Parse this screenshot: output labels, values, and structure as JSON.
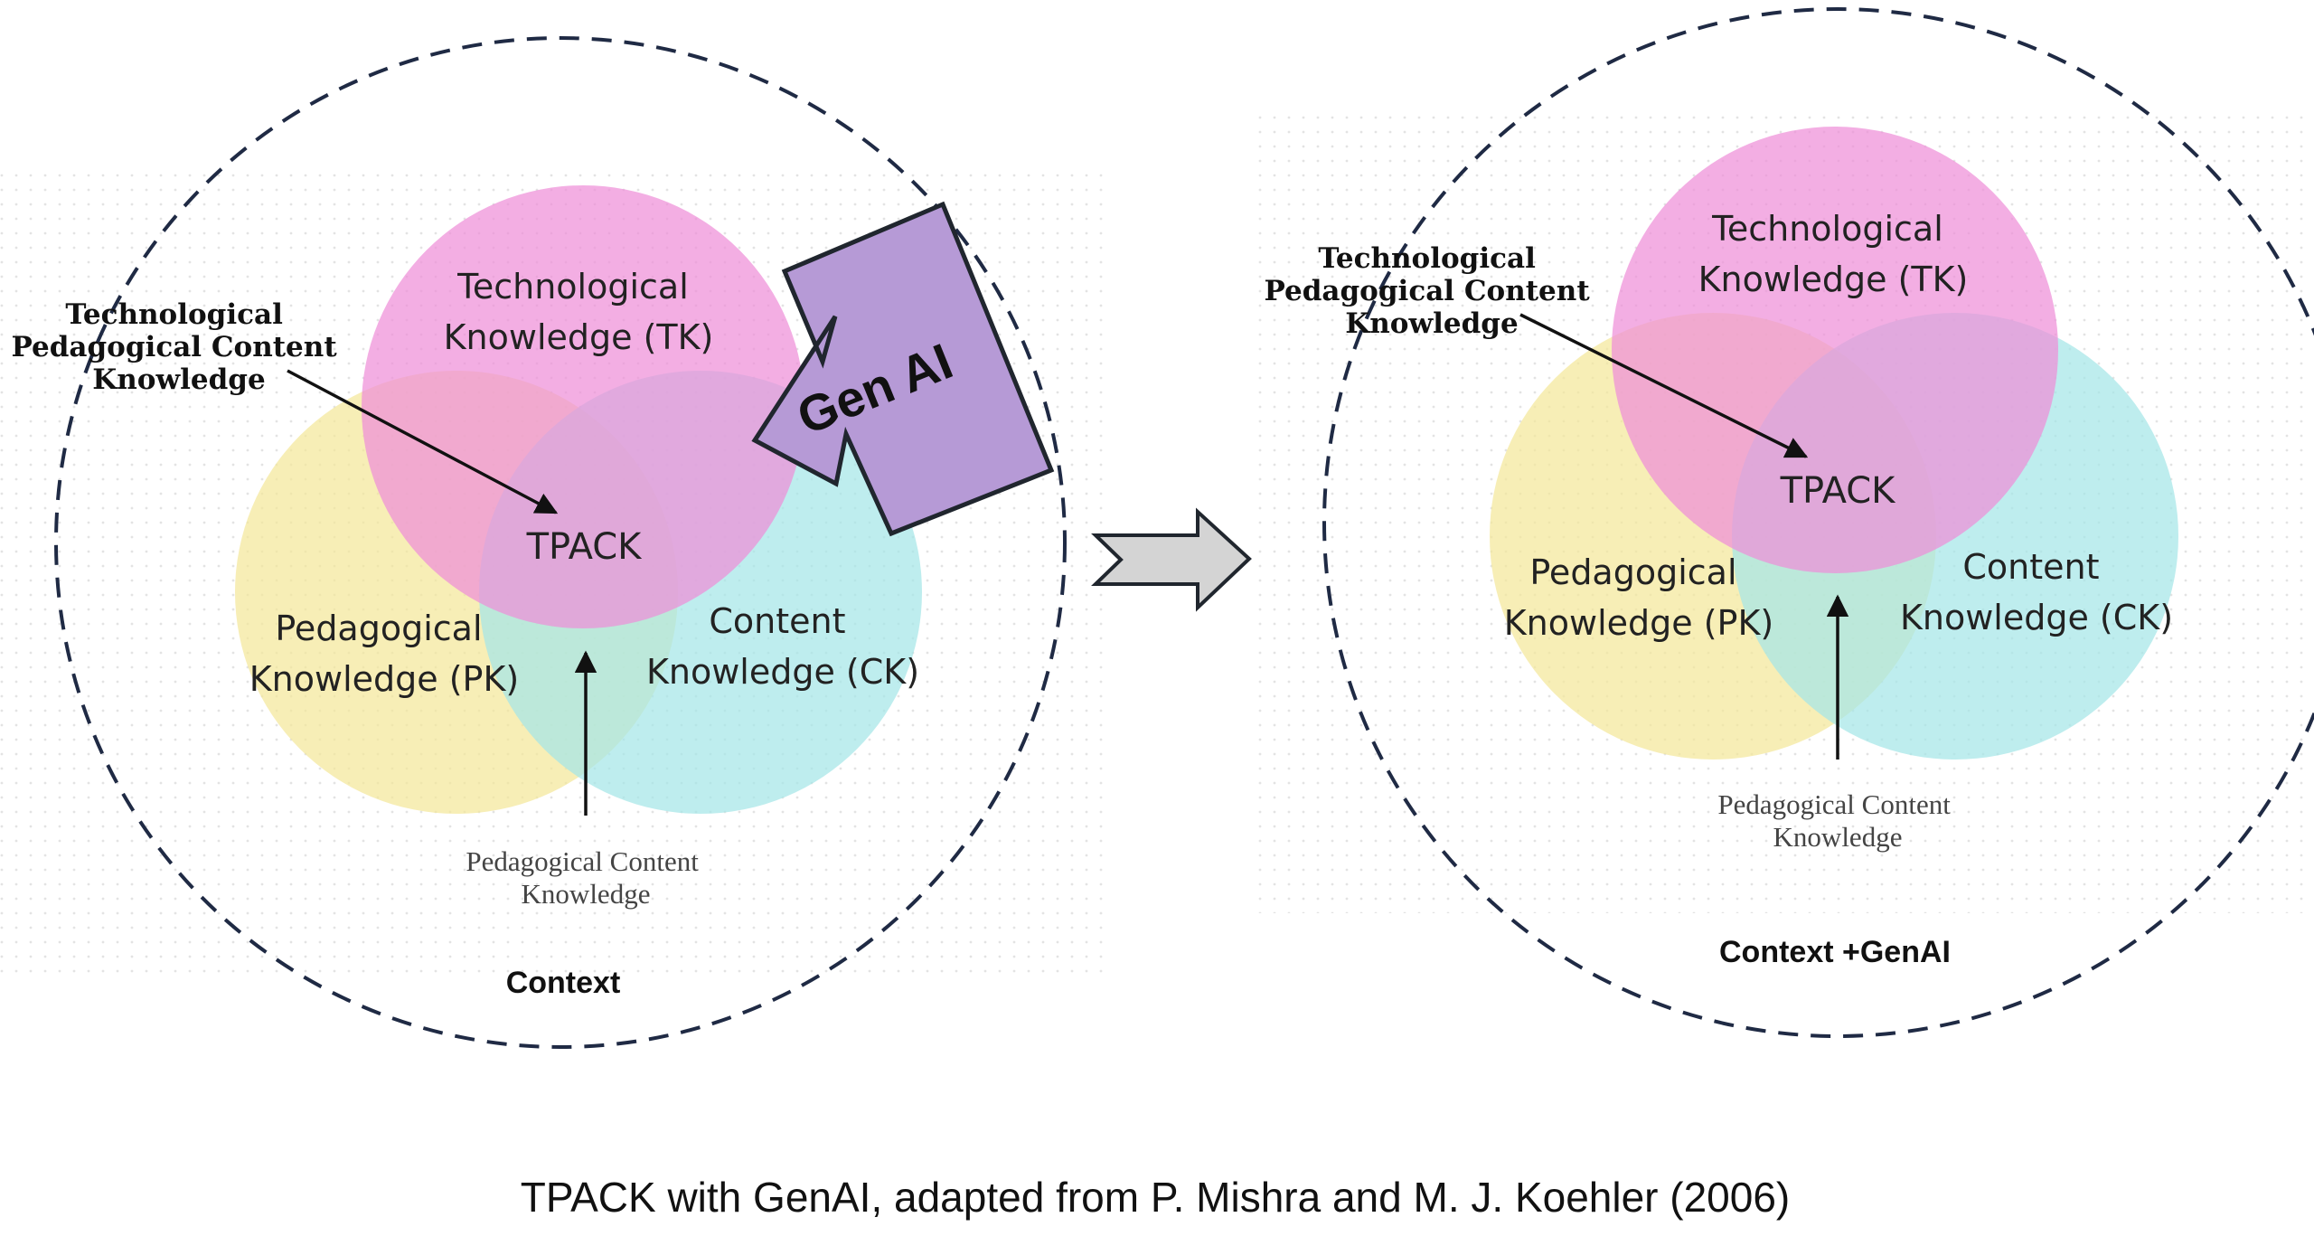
{
  "left": {
    "tk": [
      "Technological",
      "Knowledge (TK)"
    ],
    "pk": [
      "Pedagogical",
      "Knowledge (PK)"
    ],
    "ck": [
      "Content",
      "Knowledge (CK)"
    ],
    "center": "TPACK",
    "tpck": [
      "Technological",
      "Pedagogical Content",
      "Knowledge"
    ],
    "pck": [
      "Pedagogical Content",
      "Knowledge"
    ],
    "context": "Context",
    "genai": "Gen AI"
  },
  "right": {
    "tk": [
      "Technological",
      "Knowledge (TK)"
    ],
    "pk": [
      "Pedagogical",
      "Knowledge (PK)"
    ],
    "ck": [
      "Content",
      "Knowledge (CK)"
    ],
    "center": "TPACK",
    "tpck": [
      "Technological",
      "Pedagogical Content",
      "Knowledge"
    ],
    "pck": [
      "Pedagogical Content",
      "Knowledge"
    ],
    "context": "Context +GenAI"
  },
  "caption": "TPACK with GenAI, adapted from P. Mishra and M. J. Koehler (2006)",
  "colors": {
    "tk": "#ef8fd8",
    "pk": "#f4e79a",
    "ck": "#a5e6e8",
    "genai_arrow": "#b69ad6",
    "transition_arrow": "#d4d4d4"
  }
}
